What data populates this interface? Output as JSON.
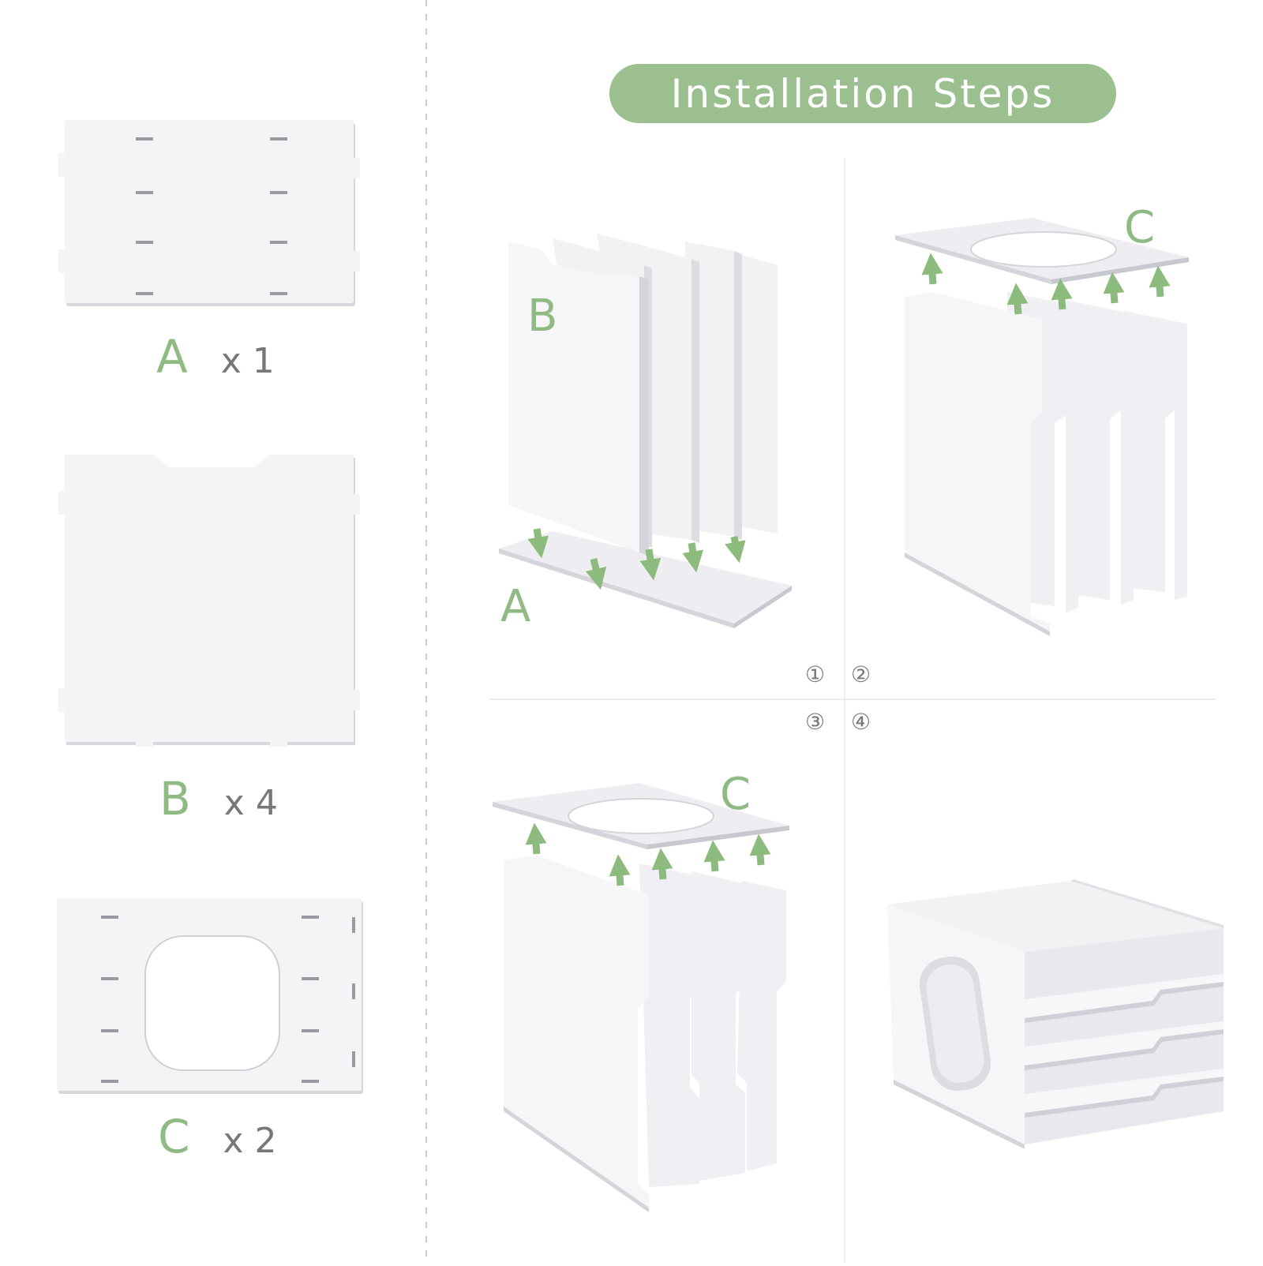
{
  "title": "Installation Steps",
  "colors": {
    "accent_green": "#9bbf8f",
    "label_green": "#8fba84",
    "arrow_green": "#8dbb7e",
    "panel_white": "#f4f4f7",
    "panel_shadow": "#d7d7de",
    "divider": "#d9c9bd"
  },
  "parts": [
    {
      "letter": "A",
      "quantity": "x 1"
    },
    {
      "letter": "B",
      "quantity": "x 4"
    },
    {
      "letter": "C",
      "quantity": "x 2"
    }
  ],
  "steps": [
    {
      "number": "①",
      "labels": [
        "B",
        "A"
      ]
    },
    {
      "number": "②",
      "labels": [
        "C"
      ]
    },
    {
      "number": "③",
      "labels": [
        "C"
      ]
    },
    {
      "number": "④",
      "labels": []
    }
  ]
}
